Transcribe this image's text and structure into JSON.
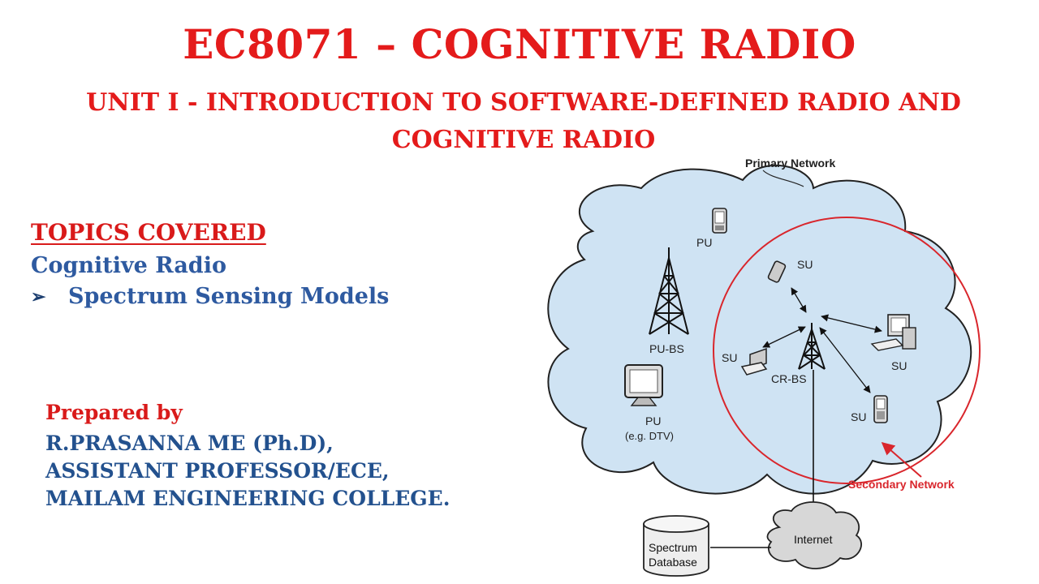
{
  "slide": {
    "title": "EC8071 – COGNITIVE RADIO",
    "subtitle": "UNIT I - INTRODUCTION TO SOFTWARE-DEFINED RADIO AND COGNITIVE RADIO"
  },
  "topics": {
    "heading": "TOPICS COVERED",
    "main": "Cognitive Radio",
    "bullet": "➢",
    "sub": "Spectrum Sensing Models"
  },
  "author": {
    "heading": "Prepared by",
    "lines": [
      "R.PRASANNA ME (Ph.D),",
      "ASSISTANT PROFESSOR/ECE,",
      "MAILAM ENGINEERING COLLEGE."
    ]
  },
  "diagram": {
    "primary_network": "Primary Network",
    "secondary_network": "Secondary Network",
    "pu_top": "PU",
    "pu_bs": "PU-BS",
    "pu_tv": "PU",
    "pu_tv_note": "(e.g. DTV)",
    "su_phone": "SU",
    "su_laptop": "SU",
    "su_computer": "SU",
    "su_mobile": "SU",
    "cr_bs": "CR-BS",
    "internet": "Internet",
    "database_line1": "Spectrum",
    "database_line2": "Database"
  },
  "colors": {
    "title": "#e41b1b",
    "topic_text": "#2e5aa0",
    "cloud_fill": "#cfe3f3",
    "secondary_ring": "#d9262c"
  }
}
